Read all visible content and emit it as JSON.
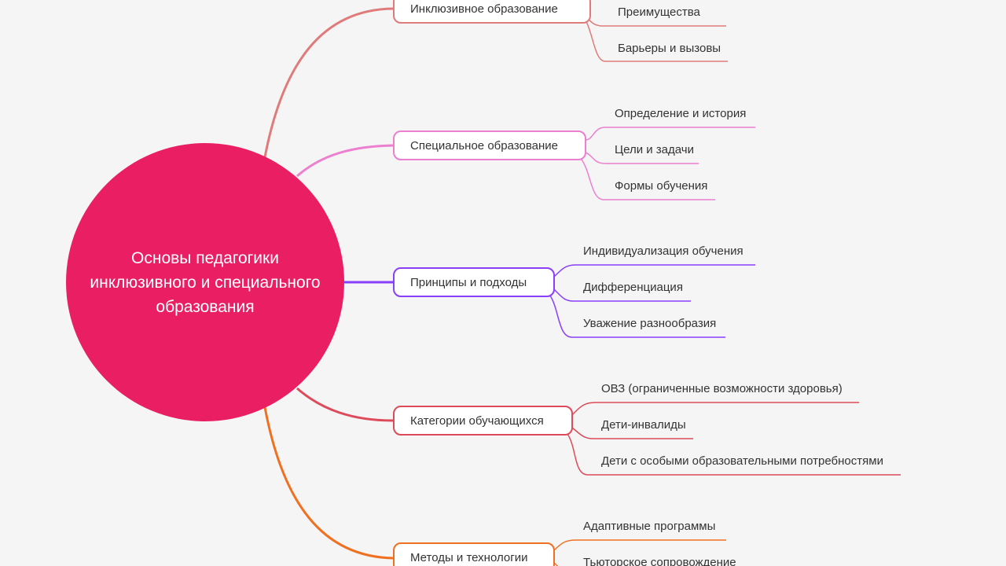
{
  "mindmap": {
    "center": {
      "lines": [
        "Основы педагогики",
        "инклюзивного и специального",
        "образования"
      ],
      "color": "#e91e63"
    },
    "branches": [
      {
        "label": "Инклюзивное образование",
        "color": "#e07b7b",
        "children": [
          "Преимущества",
          "Барьеры и вызовы"
        ]
      },
      {
        "label": "Специальное образование",
        "color": "#ec7fd0",
        "children": [
          "Определение и история",
          "Цели и задачи",
          "Формы обучения"
        ]
      },
      {
        "label": "Принципы и подходы",
        "color": "#8a3ffc",
        "children": [
          "Индивидуализация обучения",
          "Дифференциация",
          "Уважение разнообразия"
        ]
      },
      {
        "label": "Категории обучающихся",
        "color": "#dd4b5a",
        "children": [
          "ОВЗ (ограниченные возможности здоровья)",
          "Дети-инвалиды",
          "Дети с особыми образовательными потребностями"
        ]
      },
      {
        "label": "Методы и технологии",
        "color": "#f07022",
        "children": [
          "Адаптивные программы",
          "Тьюторское сопровождение"
        ]
      }
    ]
  }
}
